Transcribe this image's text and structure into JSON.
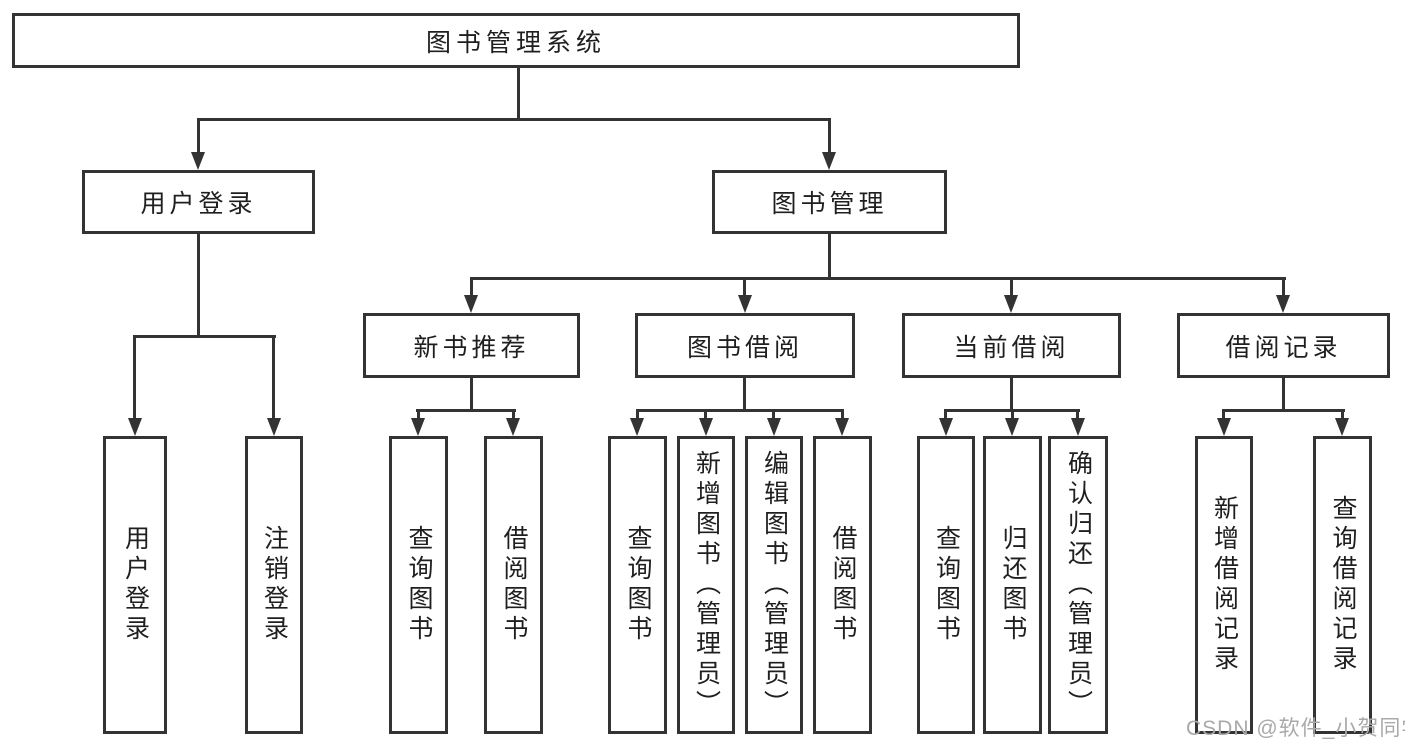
{
  "diagram": {
    "title": "图书管理系统"
  },
  "nodes": {
    "root": "图书管理系统",
    "userLogin": "用户登录",
    "bookManagement": "图书管理",
    "newBookRecommend": "新书推荐",
    "bookBorrow": "图书借阅",
    "currentBorrow": "当前借阅",
    "borrowRecord": "借阅记录",
    "leafUserLogin": "用户登录",
    "leafLogout": "注销登录",
    "leafQueryBook1": "查询图书",
    "leafBorrowBook1": "借阅图书",
    "leafQueryBook2": "查询图书",
    "leafAddBook": "新增图书（管理员）",
    "leafEditBook": "编辑图书（管理员）",
    "leafBorrowBook2": "借阅图书",
    "leafQueryBook3": "查询图书",
    "leafReturnBook": "归还图书",
    "leafConfirmReturn": "确认归还（管理员）",
    "leafAddBorrowRecord": "新增借阅记录",
    "leafQueryBorrowRecord": "查询借阅记录"
  },
  "watermark": "CSDN @软件_小贺同学",
  "colors": {
    "line": "#333333",
    "text": "#1f1f1f",
    "background": "#ffffff",
    "watermark": "#a9a9a9"
  }
}
